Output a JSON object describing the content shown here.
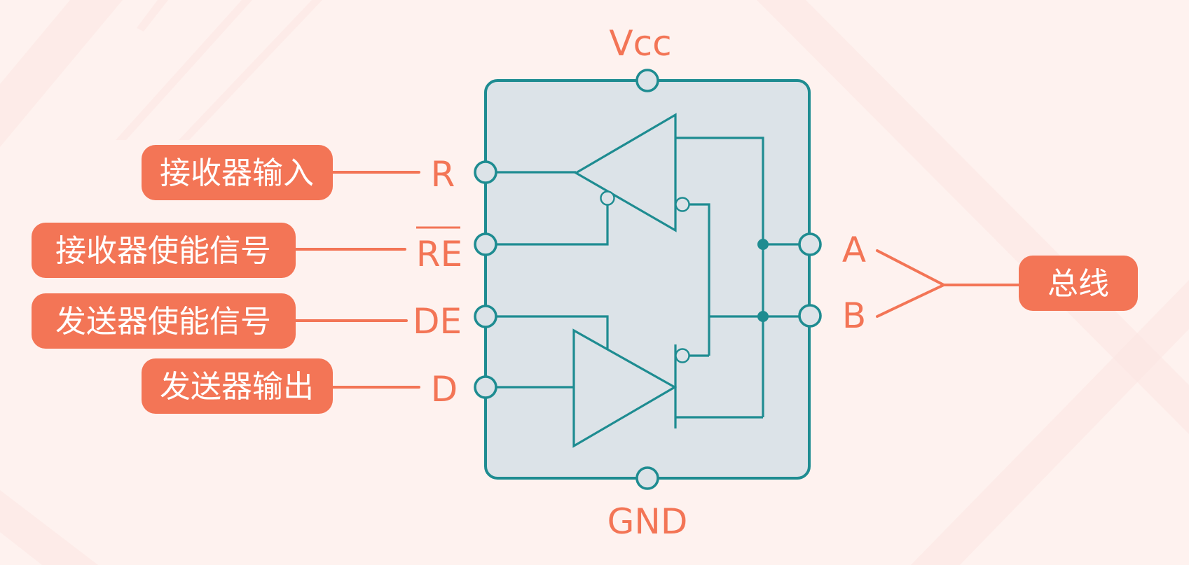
{
  "diagram": {
    "title": "RS-485 transceiver pin diagram",
    "colors": {
      "background": "#FEF2EF",
      "accent": "#F37556",
      "circuit": "#1E8C91",
      "chip_fill": "#DCE3E8",
      "label_text": "#FFFFFF"
    },
    "power_pins": {
      "vcc": "Vcc",
      "gnd": "GND"
    },
    "left_pins": [
      {
        "id": "R",
        "pin": "R",
        "overline": false,
        "description": "接收器输入"
      },
      {
        "id": "RE",
        "pin": "RE",
        "overline": true,
        "description": "接收器使能信号"
      },
      {
        "id": "DE",
        "pin": "DE",
        "overline": false,
        "description": "发送器使能信号"
      },
      {
        "id": "D",
        "pin": "D",
        "overline": false,
        "description": "发送器输出"
      }
    ],
    "right_pins": [
      {
        "id": "A",
        "pin": "A"
      },
      {
        "id": "B",
        "pin": "B"
      }
    ],
    "bus_label": "总线",
    "components": [
      {
        "name": "receiver-amplifier",
        "type": "triangle-left",
        "enable": "active-low (RE)"
      },
      {
        "name": "driver-amplifier",
        "type": "triangle-right",
        "enable": "active-high (DE)"
      }
    ]
  }
}
